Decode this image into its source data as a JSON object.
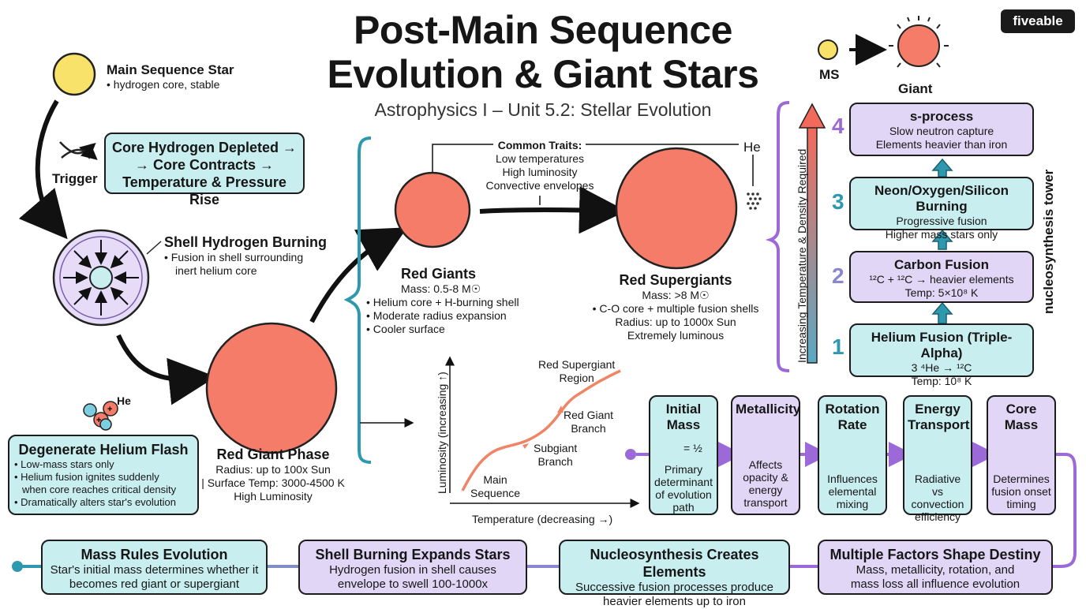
{
  "brand": "fiveable",
  "title_line1": "Post-Main Sequence",
  "title_line2": "Evolution & Giant Stars",
  "subtitle": "Astrophysics I – Unit 5.2: Stellar Evolution",
  "ms_giant_icon": {
    "ms": "MS",
    "giant": "Giant"
  },
  "main_sequence": {
    "name": "Main Sequence Star",
    "desc": "• hydrogen core, stable"
  },
  "trigger": {
    "label": "Trigger",
    "lines": [
      "Core Hydrogen Depleted →",
      "→ Core Contracts →",
      "Temperature & Pressure Rise"
    ]
  },
  "shell_burning": {
    "name": "Shell Hydrogen Burning",
    "lines": [
      "• Fusion in shell surrounding",
      "inert helium core"
    ]
  },
  "red_giant_phase": {
    "name": "Red Giant Phase",
    "lines": [
      "Radius: up to 100x Sun",
      "| Surface Temp: 3000-4500 K",
      "High Luminosity"
    ]
  },
  "helium_flash": {
    "he_label": "He",
    "title": "Degenerate Helium Flash",
    "items": [
      "• Low-mass stars only",
      "• Helium fusion ignites suddenly",
      "when core reaches critical density",
      "• Dramatically alters star's evolution"
    ]
  },
  "common_traits": {
    "title": "Common Traits:",
    "lines": [
      "Low temperatures",
      "High luminosity",
      "Convective envelopes"
    ],
    "he_label": "He"
  },
  "red_giants": {
    "name": "Red Giants",
    "mass": "Mass: 0.5-8 M☉",
    "items": [
      "• Helium core + H-burning shell",
      "• Moderate radius expansion",
      "• Cooler surface"
    ]
  },
  "red_supergiants": {
    "name": "Red Supergiants",
    "mass": "Mass: >8 M☉",
    "items": [
      "• C-O core + multiple fusion shells",
      "Radius: up to 1000x Sun",
      "Extremely luminous"
    ]
  },
  "hr": {
    "ylabel": "Luminosity (increasing ↑)",
    "xlabel": "Temperature (decreasing →)",
    "labels": {
      "ms": [
        "Main",
        "Sequence"
      ],
      "subgiant": [
        "Subgiant",
        "Branch"
      ],
      "rgb": [
        "Red Giant",
        "Branch"
      ],
      "rsg": [
        "Red Supergiant",
        "Region"
      ]
    }
  },
  "temp_axis": "Increasing Temperature & Density Required",
  "tower_label": "nucleosynthesis tower",
  "tower": [
    {
      "num": "4",
      "title": "s-process",
      "lines": [
        "Slow neutron capture",
        "Elements heavier than iron"
      ]
    },
    {
      "num": "3",
      "title": "Neon/Oxygen/Silicon Burning",
      "lines": [
        "Progressive fusion",
        "Higher mass stars only"
      ]
    },
    {
      "num": "2",
      "title": "Carbon Fusion",
      "lines": [
        "¹²C + ¹²C → heavier elements",
        "Temp: 5×10⁸ K"
      ]
    },
    {
      "num": "1",
      "title": "Helium Fusion (Triple-Alpha)",
      "lines": [
        "3 ⁴He → ¹²C",
        "Temp: 10⁸ K"
      ]
    }
  ],
  "factors": [
    {
      "title": [
        "Initial",
        "Mass"
      ],
      "symbol": "= ½",
      "desc": [
        "Primary",
        "determinant",
        "of evolution",
        "path"
      ]
    },
    {
      "title": [
        "Metallicity"
      ],
      "desc": [
        "Affects",
        "opacity &",
        "energy",
        "transport"
      ]
    },
    {
      "title": [
        "Rotation",
        "Rate"
      ],
      "desc": [
        "Influences",
        "elemental",
        "mixing"
      ]
    },
    {
      "title": [
        "Energy",
        "Transport"
      ],
      "desc": [
        "Radiative vs",
        "convection",
        "efficiency"
      ]
    },
    {
      "title": [
        "Core",
        "Mass"
      ],
      "desc": [
        "Determines",
        "fusion onset",
        "timing"
      ]
    }
  ],
  "bottom": [
    {
      "title": "Mass Rules Evolution",
      "lines": [
        "Star's initial mass determines whether it",
        "becomes red giant or supergiant"
      ]
    },
    {
      "title": "Shell Burning Expands Stars",
      "lines": [
        "Hydrogen fusion in shell causes",
        "envelope to swell 100-1000x"
      ]
    },
    {
      "title": "Nucleosynthesis Creates Elements",
      "lines": [
        "Successive fusion processes produce",
        "heavier elements up to iron"
      ]
    },
    {
      "title": "Multiple Factors Shape Destiny",
      "lines": [
        "Mass, metallicity, rotation, and",
        "mass loss all influence evolution"
      ]
    }
  ],
  "colors": {
    "teal": "#c9eef0",
    "lavender": "#e2d6f6",
    "red_star": "#f47c68",
    "yellow_star": "#f9e26a",
    "purple_line": "#9b6ad8",
    "teal_line": "#2d98ae"
  }
}
